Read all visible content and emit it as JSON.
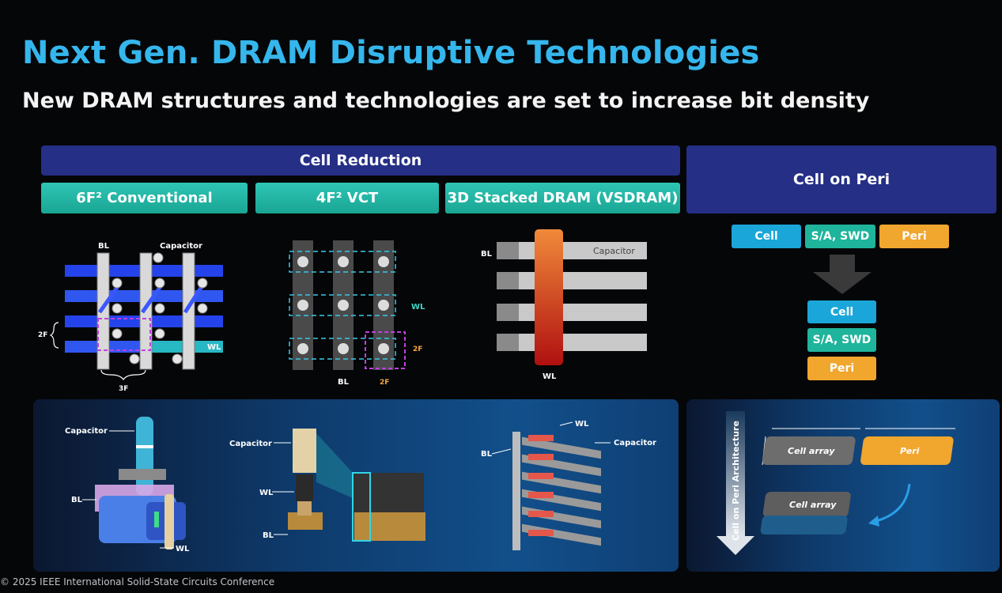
{
  "header": {
    "title": "Next Gen. DRAM Disruptive Technologies",
    "subtitle": "New DRAM structures and technologies are set to increase bit density"
  },
  "cell_reduction": {
    "label": "Cell Reduction",
    "conventional": {
      "label": "6F² Conventional",
      "bl": "BL",
      "capacitor": "Capacitor",
      "wl": "WL",
      "dim_2f": "2F",
      "dim_3f": "3F"
    },
    "vct": {
      "label": "4F² VCT",
      "wl": "WL",
      "bl": "BL",
      "dim_2f_a": "2F",
      "dim_2f_b": "2F"
    },
    "vsdram": {
      "label": "3D Stacked DRAM (VSDRAM)",
      "bl": "BL",
      "capacitor": "Capacitor",
      "wl": "WL"
    }
  },
  "cell_on_peri": {
    "label": "Cell on Peri",
    "top_chips": [
      "Cell",
      "S/A, SWD",
      "Peri"
    ],
    "stack_chips": [
      "Cell",
      "S/A, SWD",
      "Peri"
    ],
    "architecture_label": "Cell on Peri Architecture",
    "cell_array_1": "Cell array",
    "peri_block": "Peri",
    "cell_array_2": "Cell array"
  },
  "bottom_3d": {
    "conventional": {
      "capacitor": "Capacitor",
      "bl": "BL",
      "wl": "WL"
    },
    "vct": {
      "capacitor": "Capacitor",
      "wl": "WL",
      "bl": "BL"
    },
    "vsdram": {
      "wl": "WL",
      "bl": "BL",
      "capacitor": "Capacitor"
    }
  },
  "footer": "© 2025 IEEE International Solid-State Circuits Conference",
  "colors": {
    "title": "#35b6ec",
    "band": "#252f86",
    "teal": "#1fb4a2",
    "cell": "#1aa6d8",
    "sa_swd": "#1fb49c",
    "peri": "#f1a62e"
  }
}
